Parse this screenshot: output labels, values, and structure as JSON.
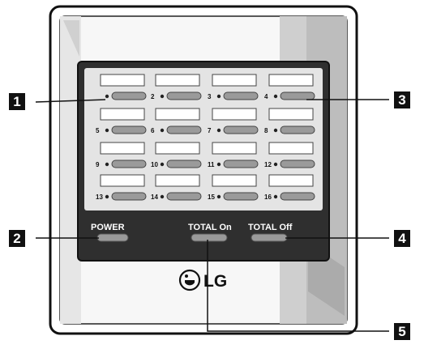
{
  "device": {
    "channels": [
      "",
      "2",
      "3",
      "4",
      "5",
      "6",
      "7",
      "8",
      "9",
      "10",
      "11",
      "12",
      "13",
      "14",
      "15",
      "16"
    ],
    "controls": {
      "power_label": "POWER",
      "total_on_label": "TOTAL On",
      "total_off_label": "TOTAL Off"
    },
    "brand": "LG",
    "colors": {
      "frame": "#111111",
      "panel": "#2f2f2f",
      "grid_bg": "#e4e4e4",
      "button": "#9a9a9a",
      "shade": "#bdbdbd"
    }
  },
  "callouts": [
    {
      "id": "callout-1",
      "label": "1"
    },
    {
      "id": "callout-2",
      "label": "2"
    },
    {
      "id": "callout-3",
      "label": "3"
    },
    {
      "id": "callout-4",
      "label": "4"
    },
    {
      "id": "callout-5",
      "label": "5"
    }
  ]
}
